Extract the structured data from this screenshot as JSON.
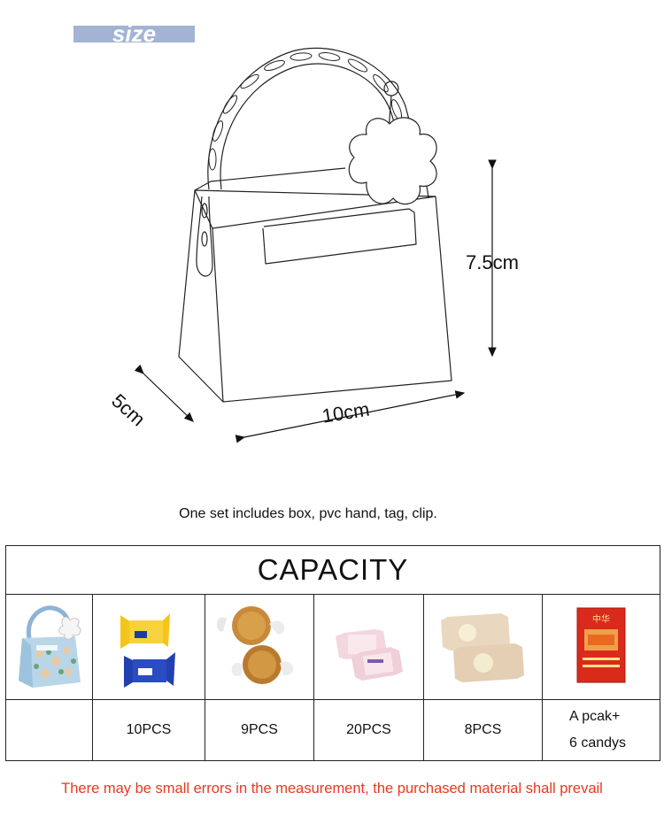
{
  "header": {
    "tag": "size"
  },
  "dimensions": {
    "height": "7.5cm",
    "width": "10cm",
    "depth": "5cm"
  },
  "includes_text": "One set includes box, pvc hand, tag, clip.",
  "capacity": {
    "title": "CAPACITY",
    "items": [
      {
        "image": "gift-box-photo",
        "quantity": ""
      },
      {
        "image": "wrapped-cube-candies",
        "quantity": "10PCS"
      },
      {
        "image": "round-chocolate-candies",
        "quantity": "9PCS"
      },
      {
        "image": "pink-wrapped-candies",
        "quantity": "20PCS"
      },
      {
        "image": "cream-wrapped-candies",
        "quantity": "8PCS"
      },
      {
        "image": "red-cigarette-pack",
        "quantity_line1": "A pcak+",
        "quantity_line2": "6 candys"
      }
    ]
  },
  "pack_text": "中华",
  "note": "There may be small errors in the measurement, the purchased material shall prevail",
  "colors": {
    "tag_bg": "#a3b3d3",
    "note_red": "#e8391e"
  }
}
